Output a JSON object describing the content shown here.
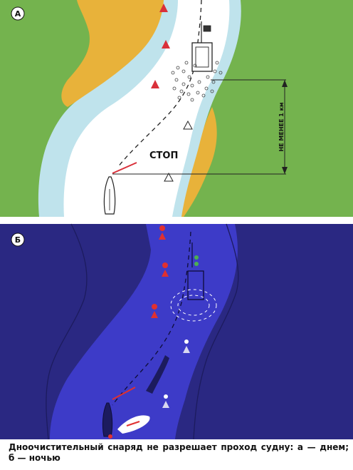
{
  "panel_a": {
    "label": "А",
    "stop_text": "СТОП",
    "distance_text": "НЕ МЕНЕЕ  1 км"
  },
  "panel_b": {
    "label": "Б"
  },
  "caption": "Дноочистительный снаряд не разрешает проход судну: а — днем; б — ночью",
  "colors": {
    "bank_green": "#74b34e",
    "sand": "#e8b23a",
    "shallow": "#bfe3ec",
    "channel": "#ffffff",
    "buoy_red": "#d9303a",
    "night_bg": "#2a2882",
    "night_water": "#3d3bc8",
    "signal_red": "#e03030",
    "signal_green": "#4caf50"
  },
  "icons": [
    "triangle-red-buoy-icon",
    "triangle-white-buoy-icon",
    "dredger-icon",
    "vessel-icon",
    "warning-signal-icon"
  ]
}
